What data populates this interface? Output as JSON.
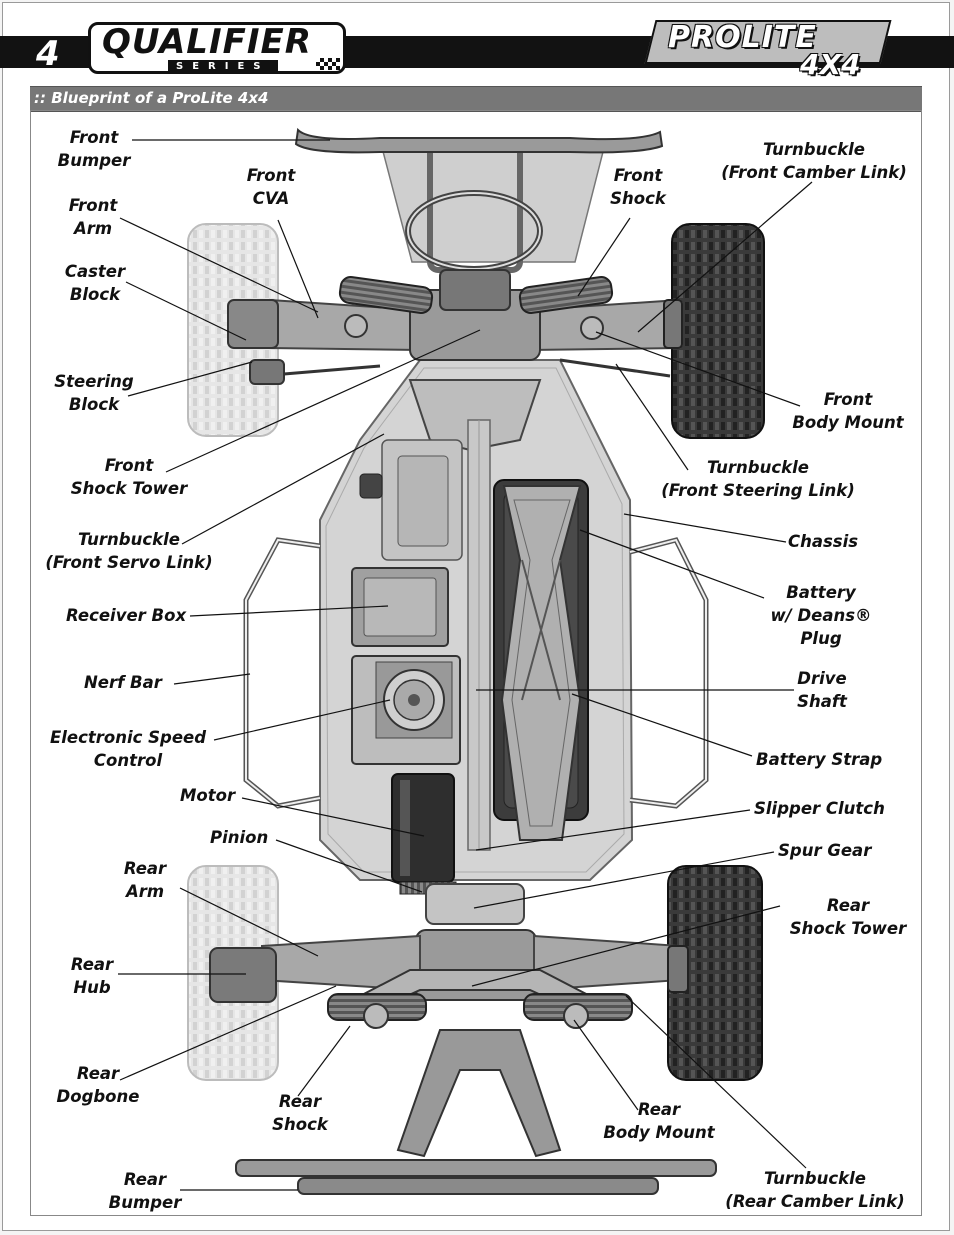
{
  "header": {
    "page_number": "4",
    "series_logo": {
      "main": "QUALIFIER",
      "sub": "SERIES"
    },
    "product_logo": {
      "main": "PROLITE",
      "sub": "4X4"
    }
  },
  "section": {
    "title": ":: Blueprint of a ProLite 4x4"
  },
  "callouts": {
    "front_bumper": [
      "Front",
      "Bumper"
    ],
    "front_cva": [
      "Front",
      "CVA"
    ],
    "front_shock": [
      "Front",
      "Shock"
    ],
    "turnbuckle_front_camber": [
      "Turnbuckle",
      "(Front Camber Link)"
    ],
    "front_arm": [
      "Front",
      "Arm"
    ],
    "caster_block": [
      "Caster",
      "Block"
    ],
    "steering_block": [
      "Steering",
      "Block"
    ],
    "front_body_mount": [
      "Front",
      "Body Mount"
    ],
    "front_shock_tower": [
      "Front",
      "Shock Tower"
    ],
    "turnbuckle_front_steering": [
      "Turnbuckle",
      "(Front Steering Link)"
    ],
    "turnbuckle_front_servo": [
      "Turnbuckle",
      "(Front Servo Link)"
    ],
    "chassis": [
      "Chassis"
    ],
    "receiver_box": [
      "Receiver Box"
    ],
    "battery": [
      "Battery",
      "w/ Deans®",
      "Plug"
    ],
    "nerf_bar": [
      "Nerf Bar"
    ],
    "drive_shaft": [
      "Drive",
      "Shaft"
    ],
    "esc": [
      "Electronic Speed",
      "Control"
    ],
    "battery_strap": [
      "Battery Strap"
    ],
    "motor": [
      "Motor"
    ],
    "slipper_clutch": [
      "Slipper Clutch"
    ],
    "pinion": [
      "Pinion"
    ],
    "spur_gear": [
      "Spur Gear"
    ],
    "rear_arm": [
      "Rear",
      "Arm"
    ],
    "rear_shock_tower": [
      "Rear",
      "Shock Tower"
    ],
    "rear_hub": [
      "Rear",
      "Hub"
    ],
    "rear_dogbone": [
      "Rear",
      "Dogbone"
    ],
    "rear_shock": [
      "Rear",
      "Shock"
    ],
    "rear_body_mount": [
      "Rear",
      "Body Mount"
    ],
    "rear_bumper": [
      "Rear",
      "Bumper"
    ],
    "turnbuckle_rear_camber": [
      "Turnbuckle",
      "(Rear Camber Link)"
    ]
  }
}
